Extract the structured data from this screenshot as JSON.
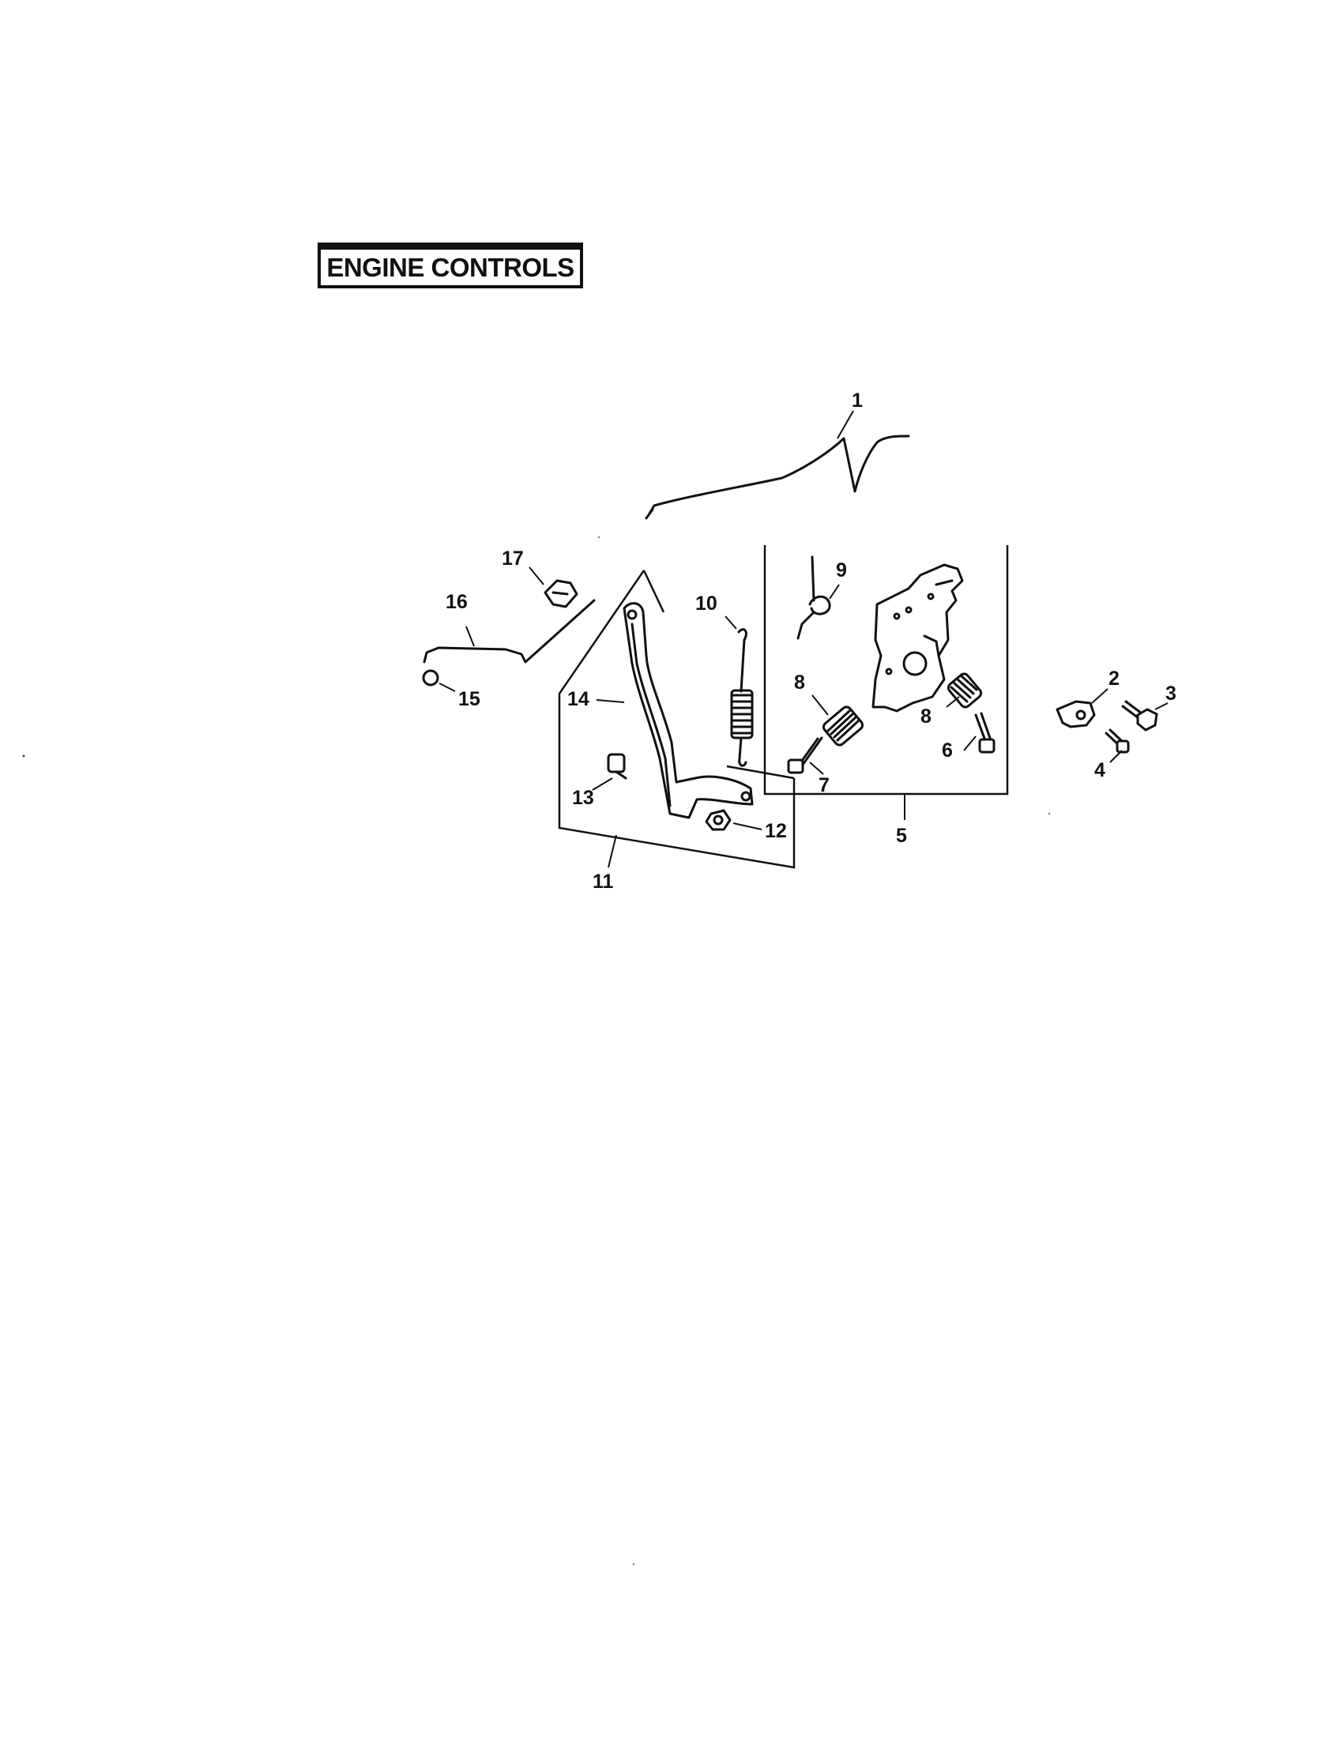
{
  "title": "ENGINE CONTROLS",
  "callouts": [
    "1",
    "2",
    "3",
    "4",
    "5",
    "6",
    "7",
    "8",
    "8",
    "9",
    "10",
    "11",
    "12",
    "13",
    "14",
    "15",
    "16",
    "17"
  ]
}
